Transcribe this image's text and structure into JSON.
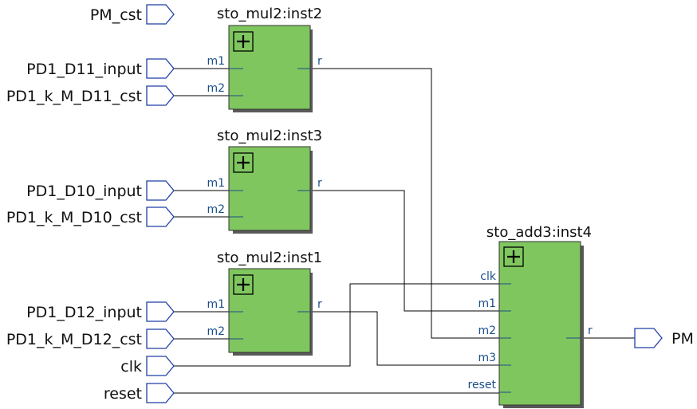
{
  "input_pins": [
    {
      "id": "pm_cst",
      "label": "PM_cst"
    },
    {
      "id": "pd1_d11_input",
      "label": "PD1_D11_input"
    },
    {
      "id": "pd1_k_m_d11_cst",
      "label": "PD1_k_M_D11_cst"
    },
    {
      "id": "pd1_d10_input",
      "label": "PD1_D10_input"
    },
    {
      "id": "pd1_k_m_d10_cst",
      "label": "PD1_k_M_D10_cst"
    },
    {
      "id": "pd1_d12_input",
      "label": "PD1_D12_input"
    },
    {
      "id": "pd1_k_m_d12_cst",
      "label": "PD1_k_M_D12_cst"
    },
    {
      "id": "clk",
      "label": "clk"
    },
    {
      "id": "reset",
      "label": "reset"
    }
  ],
  "output_pins": [
    {
      "id": "pm",
      "label": "PM"
    }
  ],
  "instances": [
    {
      "id": "inst2",
      "title": "sto_mul2:inst2",
      "inputs": [
        "m1",
        "m2"
      ],
      "outputs": [
        "r"
      ]
    },
    {
      "id": "inst3",
      "title": "sto_mul2:inst3",
      "inputs": [
        "m1",
        "m2"
      ],
      "outputs": [
        "r"
      ]
    },
    {
      "id": "inst1",
      "title": "sto_mul2:inst1",
      "inputs": [
        "m1",
        "m2"
      ],
      "outputs": [
        "r"
      ]
    },
    {
      "id": "inst4",
      "title": "sto_add3:inst4",
      "inputs": [
        "clk",
        "m1",
        "m2",
        "m3",
        "reset"
      ],
      "outputs": [
        "r"
      ]
    }
  ],
  "connections": [
    {
      "from": "PD1_D11_input",
      "to": "sto_mul2:inst2.m1"
    },
    {
      "from": "PD1_k_M_D11_cst",
      "to": "sto_mul2:inst2.m2"
    },
    {
      "from": "PD1_D10_input",
      "to": "sto_mul2:inst3.m1"
    },
    {
      "from": "PD1_k_M_D10_cst",
      "to": "sto_mul2:inst3.m2"
    },
    {
      "from": "PD1_D12_input",
      "to": "sto_mul2:inst1.m1"
    },
    {
      "from": "PD1_k_M_D12_cst",
      "to": "sto_mul2:inst1.m2"
    },
    {
      "from": "clk",
      "to": "sto_add3:inst4.clk"
    },
    {
      "from": "sto_mul2:inst3.r",
      "to": "sto_add3:inst4.m1"
    },
    {
      "from": "sto_mul2:inst2.r",
      "to": "sto_add3:inst4.m2"
    },
    {
      "from": "sto_mul2:inst1.r",
      "to": "sto_add3:inst4.m3"
    },
    {
      "from": "reset",
      "to": "sto_add3:inst4.reset"
    },
    {
      "from": "sto_add3:inst4.r",
      "to": "PM"
    }
  ],
  "colors": {
    "block_fill": "#7fc65f",
    "block_shadow": "#5a5a5a",
    "pin_outline": "#1f3fa6",
    "port_label": "#1a4f8a",
    "wire": "#000000"
  }
}
